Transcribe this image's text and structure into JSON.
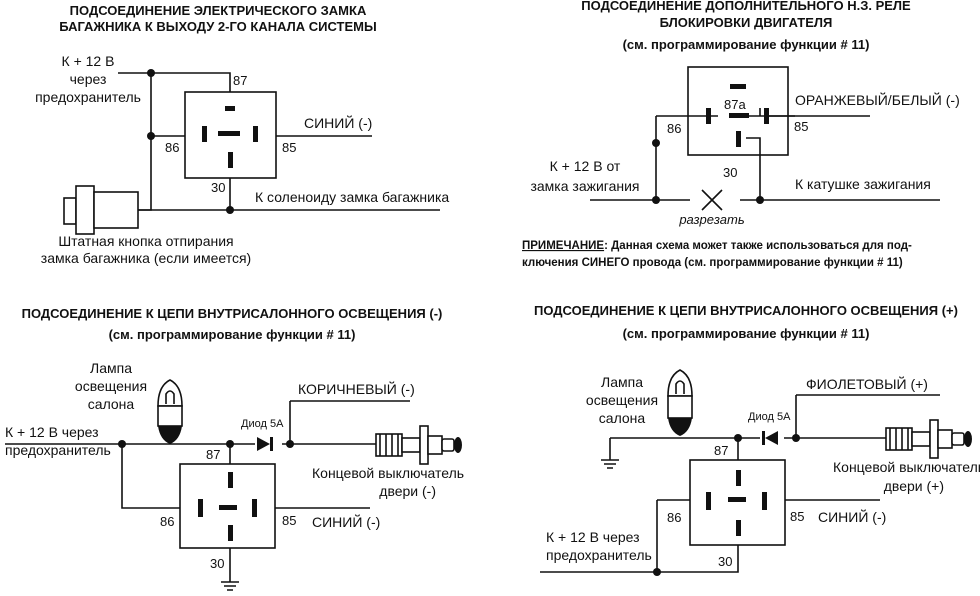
{
  "d1": {
    "title_line1": "ПОДСОЕДИНЕНИЕ ЭЛЕКТРИЧЕСКОГО ЗАМКА",
    "title_line2": "БАГАЖНИКА К ВЫХОДУ 2-ГО КАНАЛА СИСТЕМЫ",
    "power_line1": "К + 12 В",
    "power_line2": "через",
    "power_line3": "предохранитель",
    "pin87": "87",
    "pin86": "86",
    "pin85": "85",
    "pin30": "30",
    "wire_blue": "СИНИЙ (-)",
    "solenoid": "К соленоиду замка багажника",
    "button_line1": "Штатная кнопка отпирания",
    "button_line2": "замка багажника (если имеется)"
  },
  "d2": {
    "title_line1": "ПОДСОЕДИНЕНИЕ ДОПОЛНИТЕЛЬНОГО Н.З. РЕЛЕ",
    "title_line2": "БЛОКИРОВКИ ДВИГАТЕЛЯ",
    "title_line3": "(см. программирование функции # 11)",
    "pin87a": "87a",
    "pin86": "86",
    "pin85": "85",
    "pin30": "30",
    "wire_orange": "ОРАНЖЕВЫЙ/БЕЛЫЙ (-)",
    "ign_line1": "К + 12 В от",
    "ign_line2": "замка зажигания",
    "coil": "К катушке зажигания",
    "cut": "разрезать",
    "note_label": "ПРИМЕЧАНИЕ",
    "note_line1": ": Данная схема может также использоваться для под-",
    "note_line2": "ключения СИНЕГО провода (см. программирование функции # 11)"
  },
  "d3": {
    "title_line1": "ПОДСОЕДИНЕНИЕ К ЦЕПИ ВНУТРИСАЛОННОГО ОСВЕЩЕНИЯ (-)",
    "title_line2": "(см. программирование функции # 11)",
    "lamp_line1": "Лампа",
    "lamp_line2": "освещения",
    "lamp_line3": "салона",
    "power_line1": "К + 12 В через",
    "power_line2": "предохранитель",
    "diode": "Диод 5А",
    "wire_brown": "КОРИЧНЕВЫЙ (-)",
    "switch_line1": "Концевой выключатель",
    "switch_line2": "двери (-)",
    "pin87": "87",
    "pin86": "86",
    "pin85": "85",
    "pin30": "30",
    "wire_blue": "СИНИЙ (-)"
  },
  "d4": {
    "title_line1": "ПОДСОЕДИНЕНИЕ К ЦЕПИ ВНУТРИСАЛОННОГО ОСВЕЩЕНИЯ (+)",
    "title_line2": "(см. программирование функции # 11)",
    "lamp_line1": "Лампа",
    "lamp_line2": "освещения",
    "lamp_line3": "салона",
    "diode": "Диод 5А",
    "wire_violet": "ФИОЛЕТОВЫЙ (+)",
    "switch_line1": "Концевой выключатель",
    "switch_line2": "двери (+)",
    "pin87": "87",
    "pin86": "86",
    "pin85": "85",
    "pin30": "30",
    "wire_blue": "СИНИЙ (-)",
    "power_line1": "К + 12 В через",
    "power_line2": "предохранитель"
  }
}
